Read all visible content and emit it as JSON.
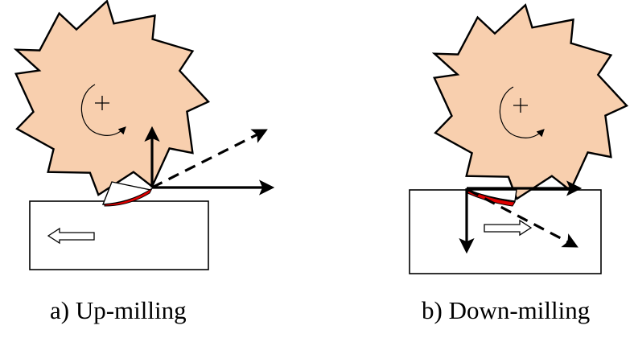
{
  "colors": {
    "cutter_fill": "#f8cfae",
    "outline": "#000000",
    "chip": "#e00000",
    "workpiece_fill": "#ffffff",
    "background": "#ffffff"
  },
  "captions": {
    "a": "a) Up-milling",
    "b": "b) Down-milling"
  },
  "icons": {
    "center_mark": "plus-sign",
    "rotation": "clockwise-arc-arrow",
    "feed_up": "hollow-left-arrow",
    "feed_down": "hollow-right-arrow"
  }
}
